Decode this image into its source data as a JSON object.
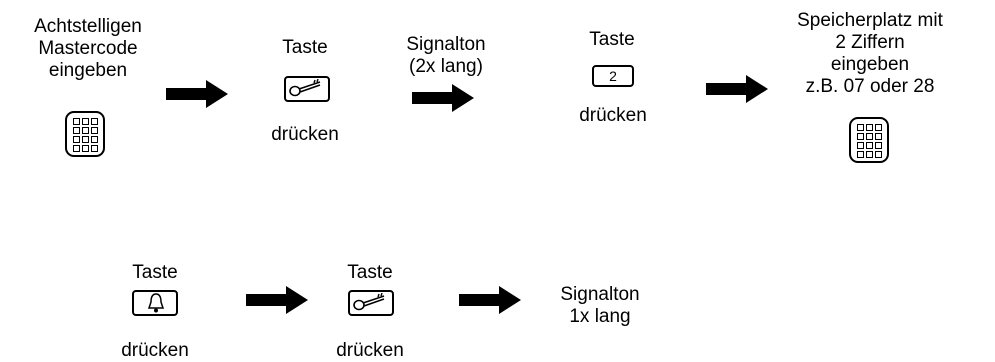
{
  "row1": {
    "step1": "Achtstelligen\nMastercode\neingeben",
    "step2_top": "Taste",
    "step2_bottom": "drücken",
    "step3": "Signalton\n(2x lang)",
    "step4_top": "Taste",
    "step4_key": "2",
    "step4_bottom": "drücken",
    "step5": "Speicherplatz mit\n2 Ziffern\neingeben\nz.B. 07 oder 28"
  },
  "row2": {
    "step1_top": "Taste",
    "step1_bottom": "drücken",
    "step2_top": "Taste",
    "step2_bottom": "drücken",
    "step3": "Signalton\n1x lang"
  },
  "icons": [
    "keypad-icon",
    "key-button-icon",
    "number-2-button-icon",
    "keypad-icon",
    "bell-button-icon",
    "key-button-icon"
  ],
  "colors": {
    "ink": "#000000",
    "background": "#ffffff"
  }
}
